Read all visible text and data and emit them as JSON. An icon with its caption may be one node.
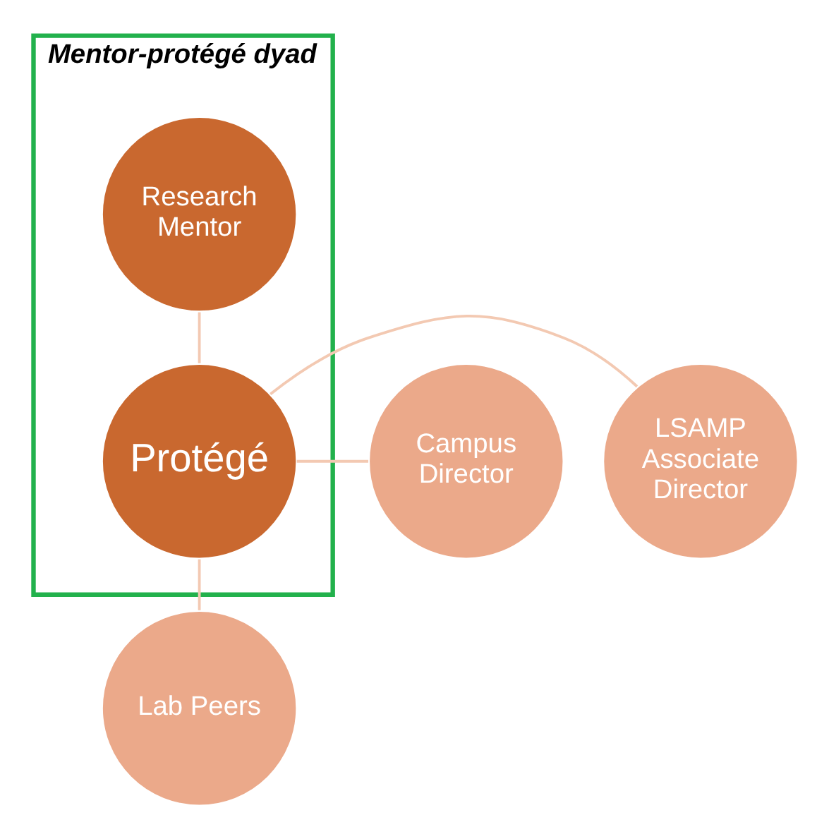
{
  "diagram": {
    "nodes": [
      {
        "text": [
          "Mentor-protégé dyad"
        ]
      },
      {
        "text": [
          "Research Mentor"
        ],
        "in": 0
      },
      {
        "text": [
          "Campus Director"
        ]
      },
      {
        "text": [
          "Protégé"
        ],
        "in": 0
      },
      {
        "text": [
          "LSAMP Associate Director"
        ]
      },
      {
        "text": [
          "Lab Peers"
        ]
      }
    ],
    "edges": [
      {
        "from": 1,
        "to": 3,
        "arrow": "none"
      },
      {
        "from": 2,
        "to": 3,
        "arrow": "none"
      },
      {
        "from": 3,
        "to": 4,
        "arrow": "none"
      },
      {
        "from": 3,
        "to": 5,
        "arrow": "none"
      }
    ]
  }
}
